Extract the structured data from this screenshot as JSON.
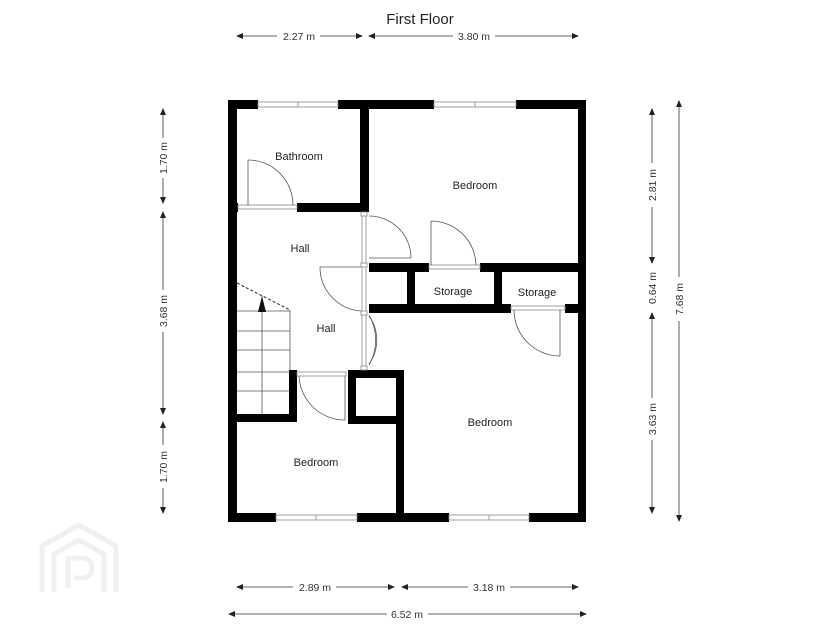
{
  "floor": {
    "title": "First Floor"
  },
  "rooms": [
    {
      "name": "Bathroom",
      "label": "Bathroom"
    },
    {
      "name": "Bedroom (top right)",
      "label": "Bedroom"
    },
    {
      "name": "Hall (upper)",
      "label": "Hall"
    },
    {
      "name": "Hall (lower)",
      "label": "Hall"
    },
    {
      "name": "Storage (left)",
      "label": "Storage"
    },
    {
      "name": "Storage (right)",
      "label": "Storage"
    },
    {
      "name": "Bedroom (bottom right)",
      "label": "Bedroom"
    },
    {
      "name": "Bedroom (bottom left)",
      "label": "Bedroom"
    }
  ],
  "dimensions": {
    "top": [
      "2.27 m",
      "3.80 m"
    ],
    "bottom": [
      "2.89 m",
      "3.18 m"
    ],
    "bottom_total": "6.52 m",
    "left": [
      "1.70 m",
      "3.68 m",
      "1.70 m"
    ],
    "right": [
      "2.81 m",
      "0.64 m",
      "3.63 m"
    ],
    "right_total": "7.68 m"
  },
  "colors": {
    "wall": "#000000",
    "background": "#ffffff",
    "watermark": "#f0f0f0"
  },
  "icons": {
    "watermark": "property-logo-icon",
    "stairs_arrow": "arrow-up-icon"
  }
}
